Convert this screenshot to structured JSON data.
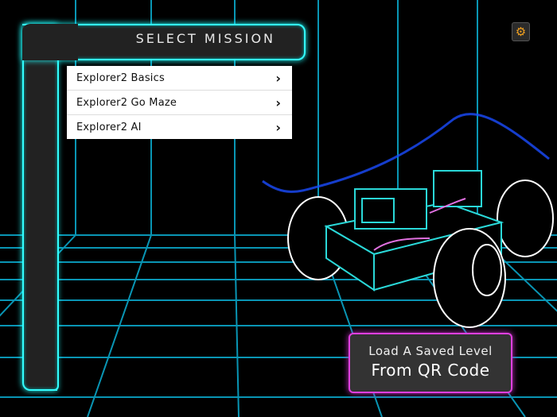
{
  "panel": {
    "title": "SELECT MISSION"
  },
  "missions": [
    {
      "label": "Explorer2 Basics"
    },
    {
      "label": "Explorer2 Go Maze"
    },
    {
      "label": "Explorer2 AI"
    }
  ],
  "settings": {
    "icon": "gear-icon",
    "glyph": "⚙"
  },
  "qr_button": {
    "line1": "Load A Saved Level",
    "line2": "From QR Code"
  },
  "colors": {
    "grid": "#0aa6c8",
    "panel_border": "#33ffff",
    "qr_border": "#e040e0",
    "gear": "#f0a020"
  }
}
